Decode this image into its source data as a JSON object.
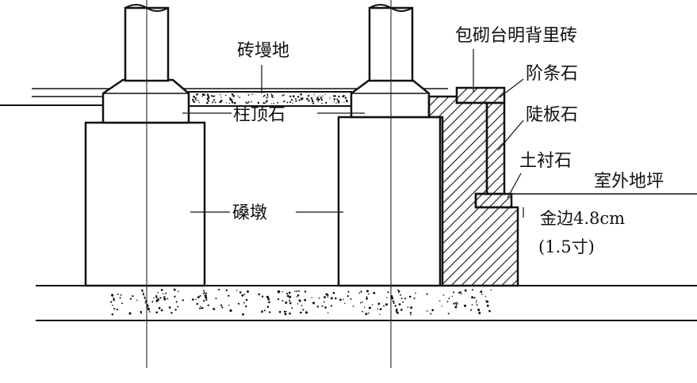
{
  "diagram": {
    "labels": {
      "brick_floor": "砖墁地",
      "column_base_stone": "柱顶石",
      "plinth_pier": "磉墩",
      "backing_brick": "包砌台明背里砖",
      "step_stone": "阶条石",
      "side_board_stone": "陡板石",
      "earth_lining_stone": "土衬石",
      "outdoor_ground": "室外地坪",
      "gold_edge": "金边4.8cm",
      "gold_edge_unit": "(1.5寸)"
    },
    "colors": {
      "ink": "#111111",
      "paper": "#ffffff"
    }
  }
}
